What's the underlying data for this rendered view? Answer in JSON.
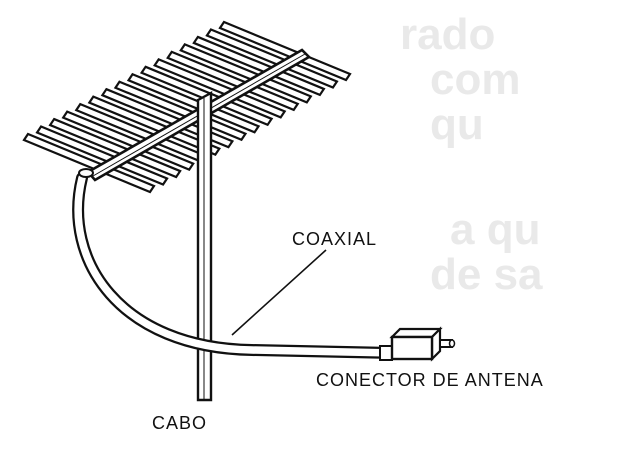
{
  "labels": {
    "coaxial": "COAXIAL",
    "connector": "CONECTOR DE ANTENA",
    "mast": "CABO"
  },
  "colors": {
    "ink": "#111111",
    "paper": "#ffffff",
    "bleed_through": "#e9e9e9"
  }
}
